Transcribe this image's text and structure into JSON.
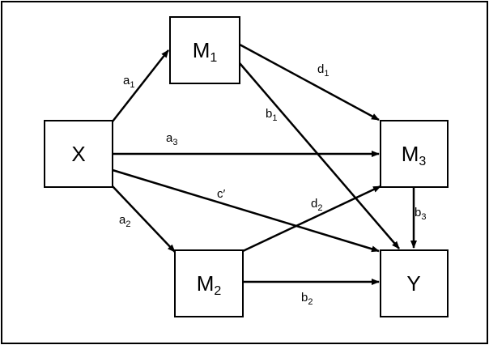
{
  "nodes": {
    "x": {
      "main": "X",
      "sub": ""
    },
    "m1": {
      "main": "M",
      "sub": "1"
    },
    "m2": {
      "main": "M",
      "sub": "2"
    },
    "m3": {
      "main": "M",
      "sub": "3"
    },
    "y": {
      "main": "Y",
      "sub": ""
    }
  },
  "edges": {
    "a1": {
      "main": "a",
      "sub": "1"
    },
    "a2": {
      "main": "a",
      "sub": "2"
    },
    "a3": {
      "main": "a",
      "sub": "3"
    },
    "b1": {
      "main": "b",
      "sub": "1"
    },
    "b2": {
      "main": "b",
      "sub": "2"
    },
    "b3": {
      "main": "b",
      "sub": "3"
    },
    "d1": {
      "main": "d",
      "sub": "1"
    },
    "d2": {
      "main": "d",
      "sub": "2"
    },
    "c_prime": {
      "main": "c′",
      "sub": ""
    }
  },
  "colors": {
    "stroke": "#000000",
    "background": "#ffffff"
  }
}
